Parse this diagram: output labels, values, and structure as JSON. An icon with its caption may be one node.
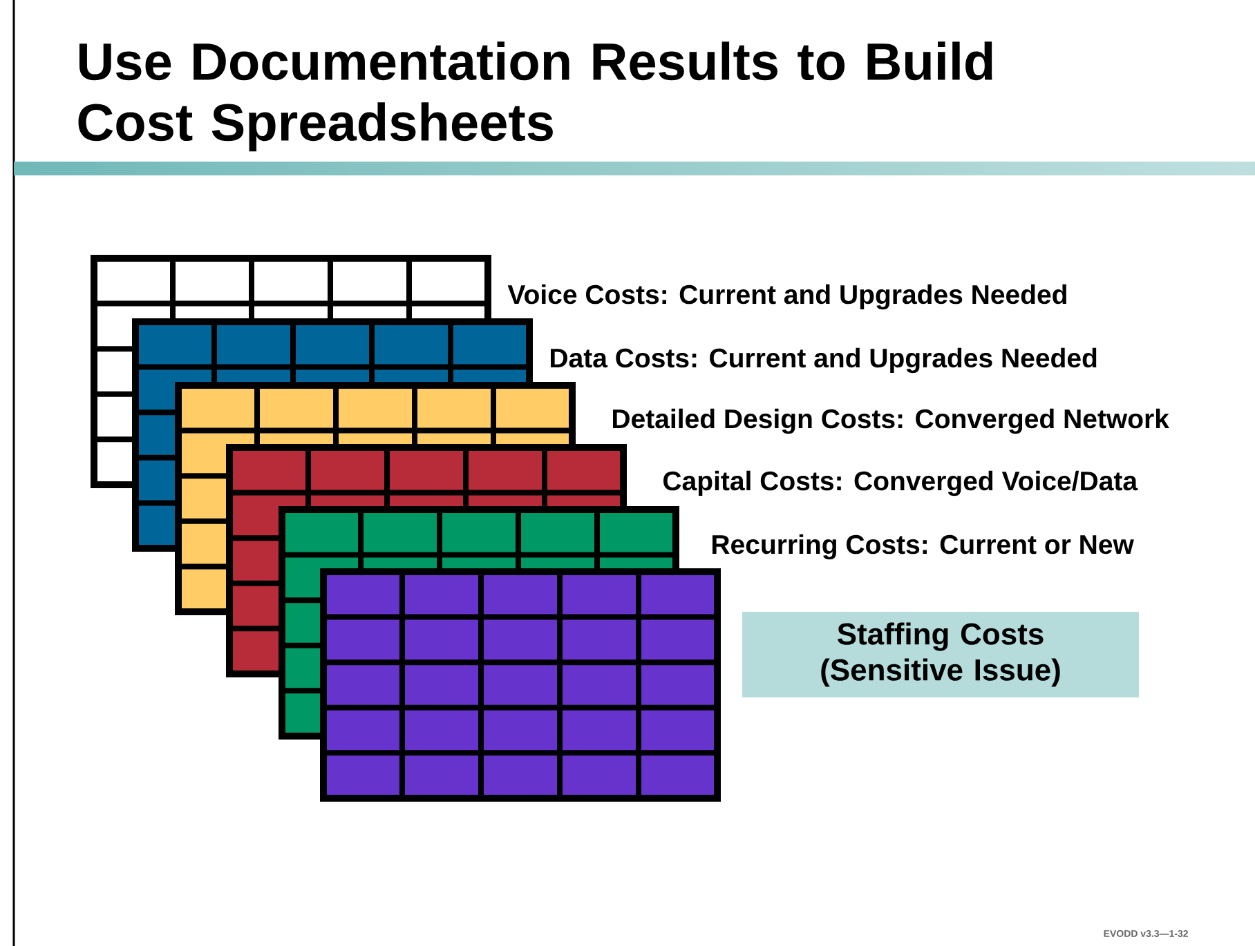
{
  "diagram": {
    "title": "Use Documentation Results to Build Cost Spreadsheets",
    "nodes": [
      {
        "text": [],
        "shape": "box"
      },
      {
        "text": [],
        "shape": "box"
      },
      {
        "text": [],
        "shape": "box"
      },
      {
        "text": [],
        "shape": "box"
      },
      {
        "text": [],
        "shape": "box"
      },
      {
        "text": [],
        "shape": "box"
      },
      {
        "text": [
          "Staffing Costs (Sensitive Issue)"
        ]
      }
    ],
    "labels": [
      "Voice Costs: Current and Upgrades Needed",
      "Data Costs: Current and Upgrades Needed",
      "Detailed  Design Costs: Converged Network",
      "Capital Costs: Converged Voice/Data",
      "Recurring Costs: Current or New",
      "EVODD v3.3—1-32"
    ]
  }
}
